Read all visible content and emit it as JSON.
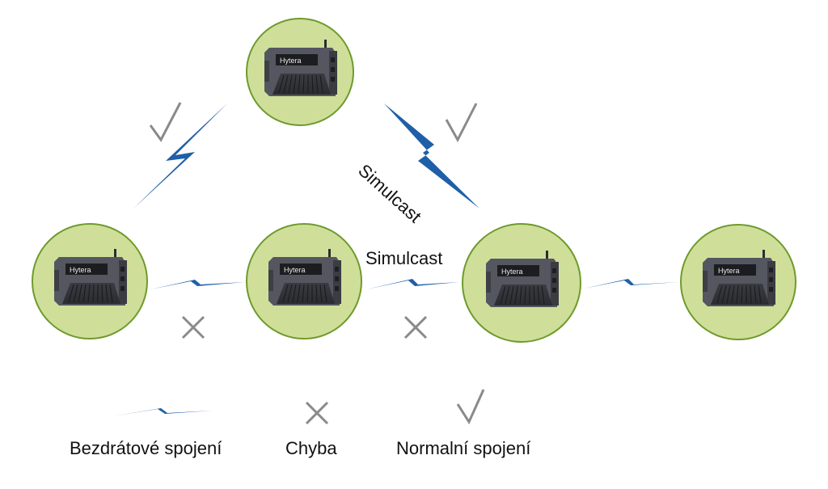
{
  "colors": {
    "node_fill": "#cfdf9a",
    "node_border": "#6f9a2c",
    "bolt": "#1f5fa8",
    "mark": "#8a8a8a",
    "device_body": "#4a4d55"
  },
  "nodes": [
    {
      "name": "repeater-top",
      "brand": "Hytera"
    },
    {
      "name": "repeater-left",
      "brand": "Hytera"
    },
    {
      "name": "repeater-mid",
      "brand": "Hytera"
    },
    {
      "name": "repeater-right",
      "brand": "Hytera"
    },
    {
      "name": "repeater-far-right",
      "brand": "Hytera"
    }
  ],
  "links": [
    {
      "name": "link-top-left",
      "status": "normal"
    },
    {
      "name": "link-top-right",
      "status": "normal",
      "label": "Simulcast"
    },
    {
      "name": "link-left-mid",
      "status": "error"
    },
    {
      "name": "link-mid-right",
      "status": "error",
      "label": "Simulcast"
    },
    {
      "name": "link-right-far",
      "status": "none"
    }
  ],
  "labels": {
    "simulcast_diag": "Simulcast",
    "simulcast_mid": "Simulcast"
  },
  "legend": {
    "wireless": "Bezdrátové spojení",
    "error": "Chyba",
    "normal": "Normalní spojení"
  },
  "icons": {
    "wireless": "lightning-bolt-icon",
    "error": "cross-icon",
    "normal": "check-icon"
  }
}
